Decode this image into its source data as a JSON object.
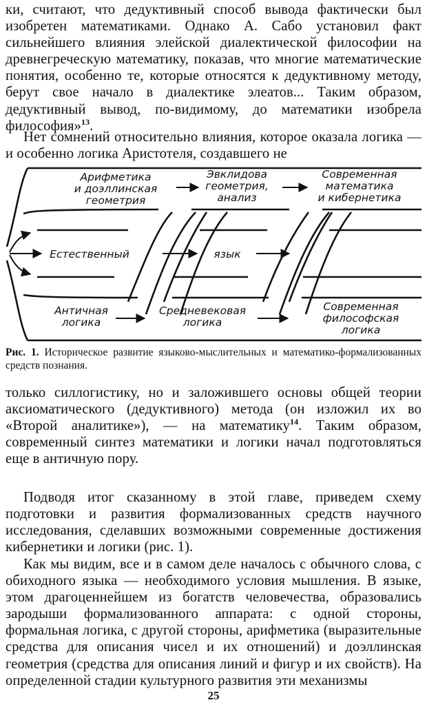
{
  "paragraphs": {
    "p1": "ки, считают, что дедуктивный способ вывода фактически был изобретен математиками. Однако А. Сабо установил факт сильнейшего влияния элейской диалектической философии на древнегреческую математику, показав, что многие математические понятия, особенно те, которые относятся к дедуктивному методу, берут свое начало в диалектике элеатов... Таким образом, дедуктивный вывод, по-видимому, до математики изобрела философия»",
    "p1_note": "13",
    "p2": "Нет сомнений относительно влияния, которое оказала логика — и особенно логика Аристотеля, создавшего не",
    "p3a": "только силлогистику, но и заложившего основы общей теории аксиоматического (дедуктивного) метода (он изложил их во «Второй аналитике»), — на математику",
    "p3_note": "14",
    "p3b": ". Таким образом, современный синтез математики и логики начал подготовляться еще в античную пору.",
    "p4": "Подводя итог сказанному в этой главе, приведем схему подготовки и развития формализованных средств научного исследования, сделавших возможными современные достижения кибернетики и логики (рис. 1).",
    "p5": "Как мы видим, все и в самом деле началось с обычного слова, с обиходного языка — необходимого условия мышления. В языке, этом драгоценнейшем из богатств человечества, образовались зародыши формализованного аппарата: с одной стороны, формальная логика, с другой стороны, арифметика (выразительные средства для описания чисел и их отношений) и доэллинская геометрия (средства для описания линий и фигур и их свойств). На определенной стадии культурного развития эти механизмы"
  },
  "diagram": {
    "top_row": [
      [
        "Арифметика",
        "и доэллинская",
        "геометрия"
      ],
      [
        "Эвклидова",
        "геометрия,",
        "анализ"
      ],
      [
        "Современная",
        "математика",
        "и кибернетика"
      ]
    ],
    "middle_row": [
      "Естественный",
      "язык"
    ],
    "bottom_row": [
      [
        "Античная",
        "логика"
      ],
      [
        "Средневековая",
        "логика"
      ],
      [
        "Современная",
        "философская",
        "логика"
      ]
    ]
  },
  "caption": {
    "label": "Рис. 1.",
    "text": "Историческое развитие языково-мыслительных и математико-формализованных средств познания."
  },
  "page_number": "25"
}
